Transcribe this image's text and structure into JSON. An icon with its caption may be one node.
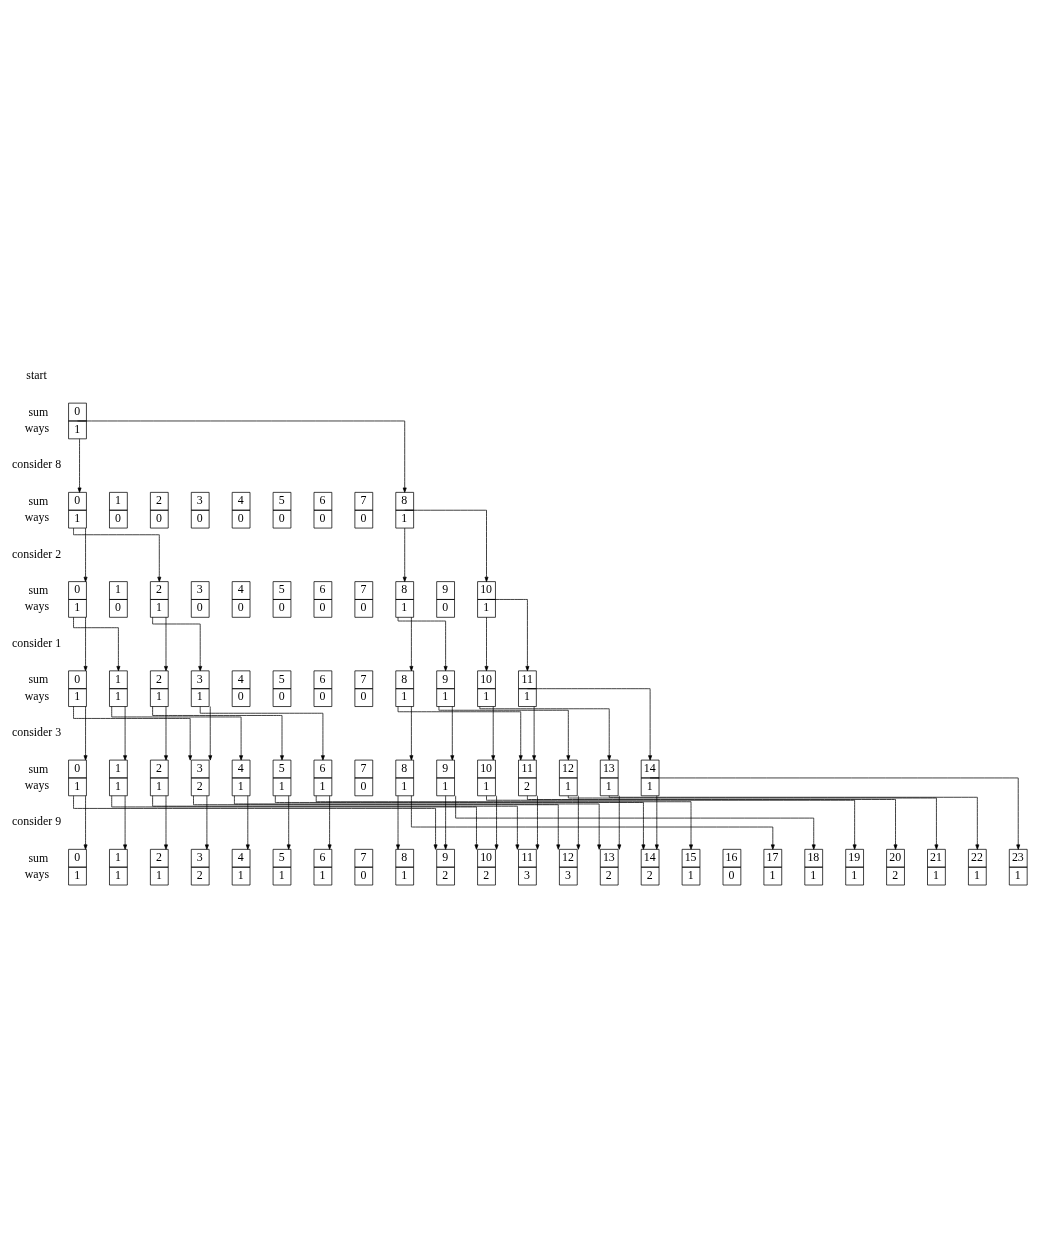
{
  "diagram": {
    "nodes": [
      {
        "text": [
          "0",
          "1"
        ]
      },
      {
        "text": [
          "0",
          "1"
        ]
      },
      {
        "text": [
          "1",
          "0"
        ]
      },
      {
        "text": [
          "2",
          "0"
        ]
      },
      {
        "text": [
          "3",
          "0"
        ]
      },
      {
        "text": [
          "4",
          "0"
        ]
      },
      {
        "text": [
          "5",
          "0"
        ]
      },
      {
        "text": [
          "6",
          "0"
        ]
      },
      {
        "text": [
          "7",
          "0"
        ]
      },
      {
        "text": [
          "8",
          "1"
        ]
      },
      {
        "text": [
          "0",
          "1"
        ]
      },
      {
        "text": [
          "1",
          "0"
        ]
      },
      {
        "text": [
          "2",
          "1"
        ]
      },
      {
        "text": [
          "3",
          "0"
        ]
      },
      {
        "text": [
          "4",
          "0"
        ]
      },
      {
        "text": [
          "5",
          "0"
        ]
      },
      {
        "text": [
          "6",
          "0"
        ]
      },
      {
        "text": [
          "7",
          "0"
        ]
      },
      {
        "text": [
          "8",
          "1"
        ]
      },
      {
        "text": [
          "9",
          "0"
        ]
      },
      {
        "text": [
          "10",
          "1"
        ]
      },
      {
        "text": [
          "0",
          "1"
        ]
      },
      {
        "text": [
          "1",
          "1"
        ]
      },
      {
        "text": [
          "2",
          "1"
        ]
      },
      {
        "text": [
          "3",
          "1"
        ]
      },
      {
        "text": [
          "4",
          "0"
        ]
      },
      {
        "text": [
          "5",
          "0"
        ]
      },
      {
        "text": [
          "6",
          "0"
        ]
      },
      {
        "text": [
          "7",
          "0"
        ]
      },
      {
        "text": [
          "8",
          "1"
        ]
      },
      {
        "text": [
          "9",
          "1"
        ]
      },
      {
        "text": [
          "10",
          "1"
        ]
      },
      {
        "text": [
          "11",
          "1"
        ]
      },
      {
        "text": [
          "0",
          "1"
        ]
      },
      {
        "text": [
          "1",
          "1"
        ]
      },
      {
        "text": [
          "2",
          "1"
        ]
      },
      {
        "text": [
          "3",
          "2"
        ]
      },
      {
        "text": [
          "4",
          "1"
        ]
      },
      {
        "text": [
          "5",
          "1"
        ]
      },
      {
        "text": [
          "6",
          "1"
        ]
      },
      {
        "text": [
          "7",
          "0"
        ]
      },
      {
        "text": [
          "8",
          "1"
        ]
      },
      {
        "text": [
          "9",
          "1"
        ]
      },
      {
        "text": [
          "10",
          "1"
        ]
      },
      {
        "text": [
          "11",
          "2"
        ]
      },
      {
        "text": [
          "12",
          "1"
        ]
      },
      {
        "text": [
          "13",
          "1"
        ]
      },
      {
        "text": [
          "14",
          "1"
        ]
      },
      {
        "text": [
          "0",
          "1"
        ]
      },
      {
        "text": [
          "1",
          "1"
        ]
      },
      {
        "text": [
          "2",
          "1"
        ]
      },
      {
        "text": [
          "3",
          "2"
        ]
      },
      {
        "text": [
          "4",
          "1"
        ]
      },
      {
        "text": [
          "5",
          "1"
        ]
      },
      {
        "text": [
          "6",
          "1"
        ]
      },
      {
        "text": [
          "7",
          "0"
        ]
      },
      {
        "text": [
          "8",
          "1"
        ]
      },
      {
        "text": [
          "9",
          "2"
        ]
      },
      {
        "text": [
          "10",
          "2"
        ]
      },
      {
        "text": [
          "11",
          "3"
        ]
      },
      {
        "text": [
          "12",
          "3"
        ]
      },
      {
        "text": [
          "13",
          "2"
        ]
      },
      {
        "text": [
          "14",
          "2"
        ]
      },
      {
        "text": [
          "15",
          "1"
        ]
      },
      {
        "text": [
          "16",
          "0"
        ]
      },
      {
        "text": [
          "17",
          "1"
        ]
      },
      {
        "text": [
          "18",
          "1"
        ]
      },
      {
        "text": [
          "19",
          "1"
        ]
      },
      {
        "text": [
          "20",
          "2"
        ]
      },
      {
        "text": [
          "21",
          "1"
        ]
      },
      {
        "text": [
          "22",
          "1"
        ]
      },
      {
        "text": [
          "23",
          "1"
        ]
      }
    ],
    "edges": [
      {
        "from": 0,
        "to": 1,
        "arrow": "to"
      },
      {
        "from": 0,
        "to": 9,
        "arrow": "to"
      },
      {
        "from": 1,
        "to": 10,
        "arrow": "to"
      },
      {
        "from": 1,
        "to": 12,
        "arrow": "to"
      },
      {
        "from": 9,
        "to": 18,
        "arrow": "to"
      },
      {
        "from": 9,
        "to": 20,
        "arrow": "to"
      },
      {
        "from": 10,
        "to": 21,
        "arrow": "to"
      },
      {
        "from": 10,
        "to": 22,
        "arrow": "to"
      },
      {
        "from": 12,
        "to": 23,
        "arrow": "to"
      },
      {
        "from": 12,
        "to": 24,
        "arrow": "to"
      },
      {
        "from": 18,
        "to": 29,
        "arrow": "to"
      },
      {
        "from": 18,
        "to": 30,
        "arrow": "to"
      },
      {
        "from": 20,
        "to": 31,
        "arrow": "to"
      },
      {
        "from": 20,
        "to": 32,
        "arrow": "to"
      },
      {
        "from": 21,
        "to": 33,
        "arrow": "to"
      },
      {
        "from": 21,
        "to": 36,
        "arrow": "to"
      },
      {
        "from": 22,
        "to": 34,
        "arrow": "to"
      },
      {
        "from": 22,
        "to": 37,
        "arrow": "to"
      },
      {
        "from": 23,
        "to": 35,
        "arrow": "to"
      },
      {
        "from": 23,
        "to": 38,
        "arrow": "to"
      },
      {
        "from": 24,
        "to": 36,
        "arrow": "to"
      },
      {
        "from": 24,
        "to": 39,
        "arrow": "to"
      },
      {
        "from": 29,
        "to": 41,
        "arrow": "to"
      },
      {
        "from": 29,
        "to": 44,
        "arrow": "to"
      },
      {
        "from": 30,
        "to": 42,
        "arrow": "to"
      },
      {
        "from": 30,
        "to": 45,
        "arrow": "to"
      },
      {
        "from": 31,
        "to": 43,
        "arrow": "to"
      },
      {
        "from": 31,
        "to": 46,
        "arrow": "to"
      },
      {
        "from": 32,
        "to": 44,
        "arrow": "to"
      },
      {
        "from": 32,
        "to": 47,
        "arrow": "to"
      },
      {
        "from": 33,
        "to": 48,
        "arrow": "to"
      },
      {
        "from": 33,
        "to": 57,
        "arrow": "to"
      },
      {
        "from": 34,
        "to": 49,
        "arrow": "to"
      },
      {
        "from": 34,
        "to": 58,
        "arrow": "to"
      },
      {
        "from": 35,
        "to": 50,
        "arrow": "to"
      },
      {
        "from": 35,
        "to": 59,
        "arrow": "to"
      },
      {
        "from": 36,
        "to": 51,
        "arrow": "to"
      },
      {
        "from": 36,
        "to": 60,
        "arrow": "to"
      },
      {
        "from": 37,
        "to": 52,
        "arrow": "to"
      },
      {
        "from": 37,
        "to": 61,
        "arrow": "to"
      },
      {
        "from": 38,
        "to": 53,
        "arrow": "to"
      },
      {
        "from": 38,
        "to": 62,
        "arrow": "to"
      },
      {
        "from": 39,
        "to": 54,
        "arrow": "to"
      },
      {
        "from": 39,
        "to": 63,
        "arrow": "to"
      },
      {
        "from": 41,
        "to": 56,
        "arrow": "to"
      },
      {
        "from": 41,
        "to": 65,
        "arrow": "to"
      },
      {
        "from": 42,
        "to": 57,
        "arrow": "to"
      },
      {
        "from": 42,
        "to": 66,
        "arrow": "to"
      },
      {
        "from": 43,
        "to": 58,
        "arrow": "to"
      },
      {
        "from": 43,
        "to": 67,
        "arrow": "to"
      },
      {
        "from": 44,
        "to": 59,
        "arrow": "to"
      },
      {
        "from": 44,
        "to": 68,
        "arrow": "to"
      },
      {
        "from": 45,
        "to": 60,
        "arrow": "to"
      },
      {
        "from": 45,
        "to": 69,
        "arrow": "to"
      },
      {
        "from": 46,
        "to": 61,
        "arrow": "to"
      },
      {
        "from": 46,
        "to": 70,
        "arrow": "to"
      },
      {
        "from": 47,
        "to": 62,
        "arrow": "to"
      },
      {
        "from": 47,
        "to": 71,
        "arrow": "to"
      }
    ],
    "labels": [
      "start",
      "sum",
      "ways",
      "consider 8",
      "sum",
      "ways",
      "consider 2",
      "sum",
      "ways",
      "consider 1",
      "sum",
      "ways",
      "consider 3",
      "sum",
      "ways",
      "consider 9",
      "sum",
      "ways"
    ]
  }
}
